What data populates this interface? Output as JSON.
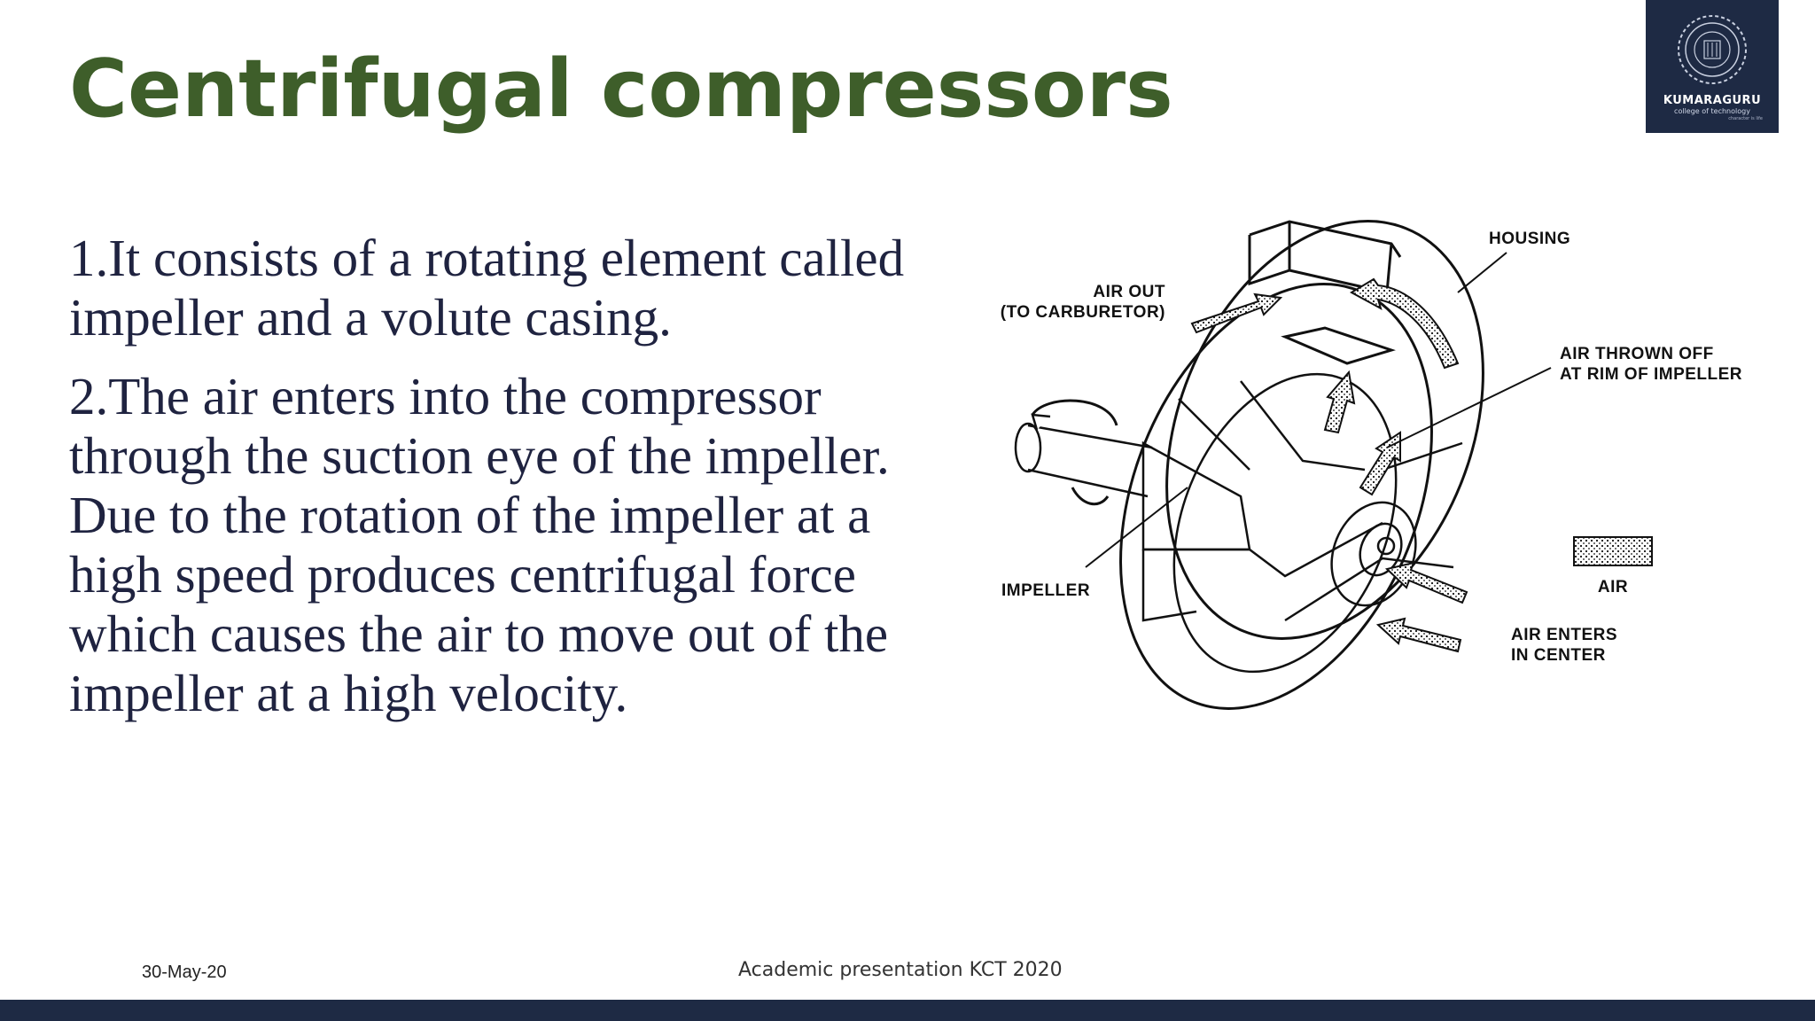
{
  "slide": {
    "title": "Centrifugal compressors",
    "points": [
      "1.It consists of a rotating element called impeller and a volute casing.",
      "2.The air enters into the compressor through the suction eye of the impeller. Due to the rotation of the impeller at a high speed produces centrifugal force which causes the air to move out of the impeller at a high velocity."
    ]
  },
  "logo": {
    "name": "KUMARAGURU",
    "subtitle": "college of technology",
    "tagline": "character is life"
  },
  "figure": {
    "labels": {
      "housing": "HOUSING",
      "air_out_1": "AIR OUT",
      "air_out_2": "(TO CARBURETOR)",
      "air_thrown_1": "AIR THROWN OFF",
      "air_thrown_2": "AT RIM OF IMPELLER",
      "impeller": "IMPELLER",
      "air": "AIR",
      "air_enters_1": "AIR ENTERS",
      "air_enters_2": "IN CENTER"
    }
  },
  "footer": {
    "date": "30-May-20",
    "center": "Academic presentation KCT 2020"
  },
  "colors": {
    "title": "#3e5e2a",
    "body_text": "#1f2340",
    "bar": "#1e2a44"
  }
}
